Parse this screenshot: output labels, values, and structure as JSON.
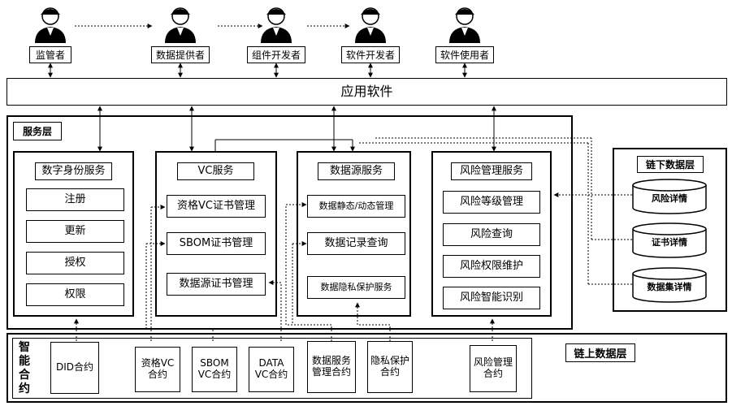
{
  "actors": [
    "监管者",
    "数据提供者",
    "组件开发者",
    "软件开发者",
    "软件使用者"
  ],
  "app_layer": "应用软件",
  "service_layer": {
    "title": "服务层",
    "panels": [
      {
        "title": "数字身份服务",
        "items": [
          "注册",
          "更新",
          "授权",
          "权限"
        ]
      },
      {
        "title": "VC服务",
        "items": [
          "资格VC证书管理",
          "SBOM证书管理",
          "数据源证书管理"
        ]
      },
      {
        "title": "数据源服务",
        "items": [
          "数据静态/动态管理",
          "数据记录查询",
          "数据隐私保护服务"
        ]
      },
      {
        "title": "风险管理服务",
        "items": [
          "风险等级管理",
          "风险查询",
          "风险权限维护",
          "风险智能识别"
        ]
      }
    ]
  },
  "offchain": {
    "title": "链下数据层",
    "items": [
      "风险详情",
      "证书详情",
      "数据集详情"
    ]
  },
  "onchain": {
    "title": "链上数据层",
    "contracts_label": "智能合约",
    "contracts_label_chars": [
      "智",
      "能",
      "合",
      "约"
    ],
    "contracts": [
      [
        "DID合约"
      ],
      [
        "资格VC",
        "合约"
      ],
      [
        "SBOM",
        "VC合约"
      ],
      [
        "DATA",
        "VC合约"
      ],
      [
        "数据服务",
        "管理合约"
      ],
      [
        "隐私保护",
        "合约"
      ],
      [
        "风险管理",
        "合约"
      ]
    ]
  }
}
